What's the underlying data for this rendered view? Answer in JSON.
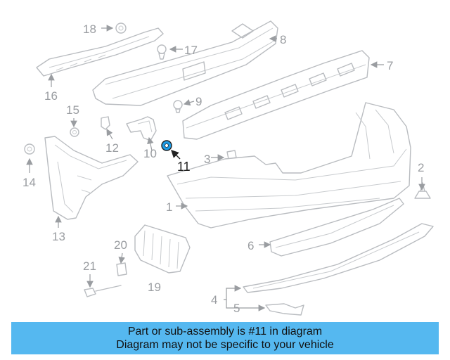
{
  "diagram": {
    "highlighted_part": "11",
    "highlight_color": "#1e9be6",
    "callouts": [
      "1",
      "2",
      "3",
      "4",
      "5",
      "6",
      "7",
      "8",
      "9",
      "10",
      "11",
      "12",
      "13",
      "14",
      "15",
      "16",
      "17",
      "18",
      "19",
      "20",
      "21"
    ]
  },
  "banner": {
    "line1": "Part or sub-assembly is #11 in diagram",
    "line2": "Diagram may not be specific to your vehicle",
    "background": "#55b8f0"
  }
}
